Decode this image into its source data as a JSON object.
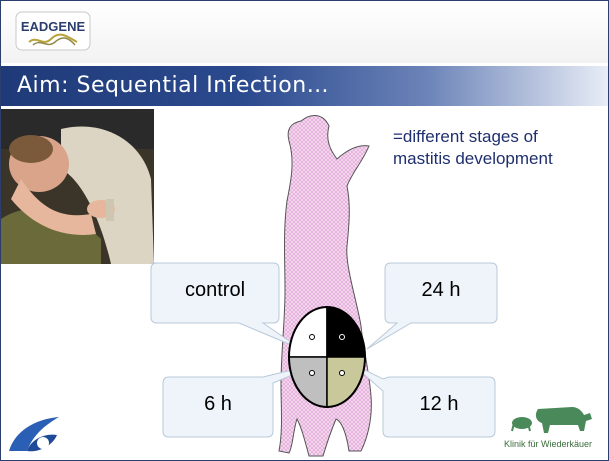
{
  "header": {
    "logo_text": "EADGENE"
  },
  "title": "Aim: Sequential Infection…",
  "annotation": {
    "line1": "=different stages of",
    "line2": "mastitis development"
  },
  "callouts": {
    "control": "control",
    "h24": "24 h",
    "h6": "6 h",
    "h12": "12 h"
  },
  "footer": {
    "right_logo_text": "Klinik für Wiederkäuer"
  },
  "colors": {
    "title_bar": "#1f3a78",
    "cow_fill": "#f0c8e8",
    "quarter_control": "#ffffff",
    "quarter_24h": "#000000",
    "quarter_6h": "#bfbfbf",
    "quarter_12h": "#c8c89a",
    "annotation_text": "#1f2f6e"
  },
  "icons": {
    "left_footer": "sixth-framework-logo-icon",
    "right_footer": "cow-logo-icon"
  }
}
